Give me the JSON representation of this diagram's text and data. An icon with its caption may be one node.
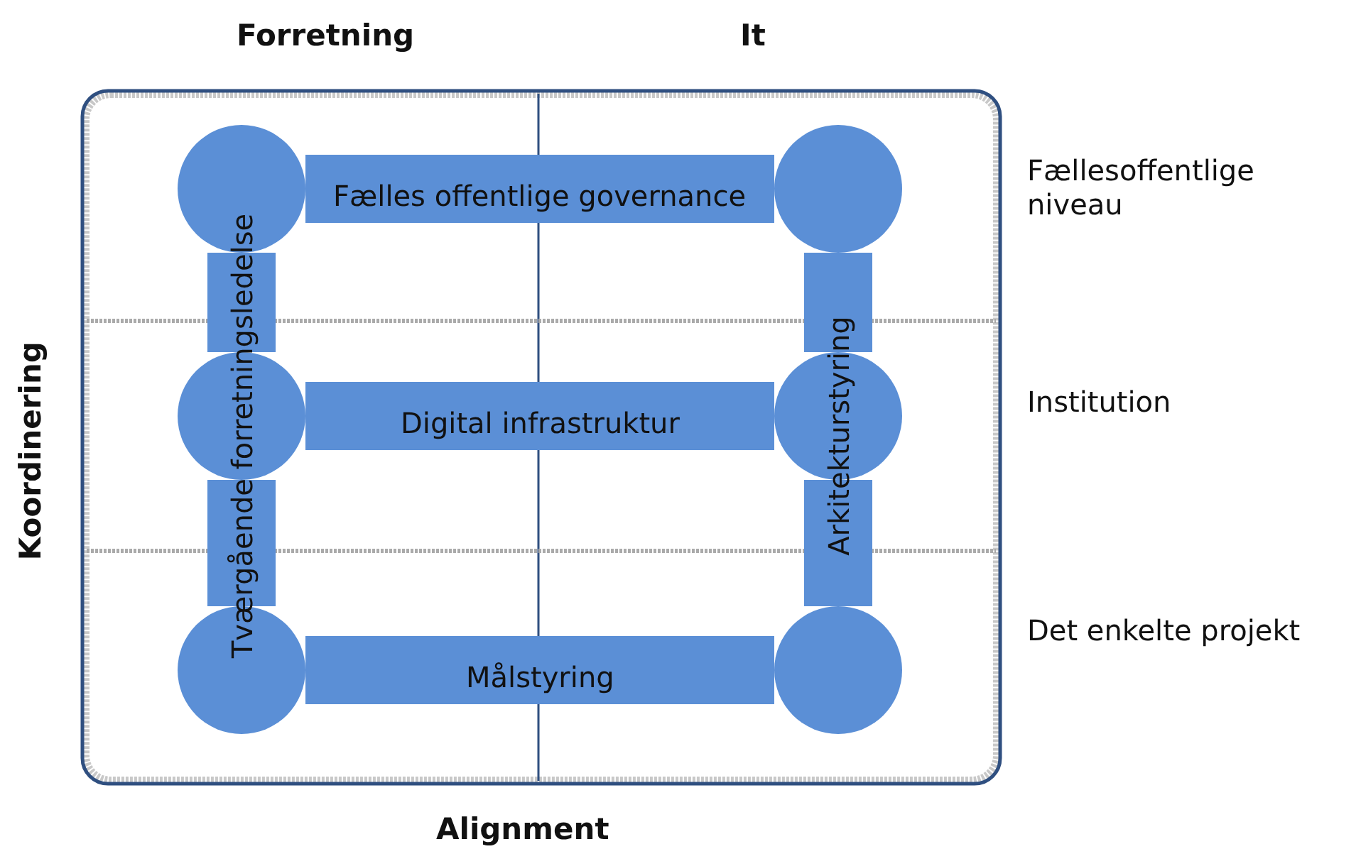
{
  "diagram": {
    "nodes": [
      {
        "text": [],
        "shape": "circle"
      },
      {
        "text": [],
        "shape": "circle"
      },
      {
        "text": [],
        "shape": "circle"
      },
      {
        "text": [],
        "shape": "circle"
      },
      {
        "text": [],
        "shape": "circle"
      },
      {
        "text": [],
        "shape": "circle"
      }
    ],
    "edges": [
      {
        "from": 0,
        "to": 1,
        "arrow": "none",
        "label": "Fælles offentlige governance"
      },
      {
        "from": 2,
        "to": 3,
        "arrow": "none",
        "label": "Digital infrastruktur"
      },
      {
        "from": 4,
        "to": 5,
        "arrow": "none",
        "label": "Målstyring"
      },
      {
        "from": 0,
        "to": 2,
        "arrow": "none",
        "label": "Tværgående forretningsledelse"
      },
      {
        "from": 2,
        "to": 4,
        "arrow": "none"
      },
      {
        "from": 1,
        "to": 3,
        "arrow": "none",
        "label": "Arkitekturstyring"
      },
      {
        "from": 3,
        "to": 5,
        "arrow": "none"
      }
    ],
    "labels": [
      "Forretning",
      "It",
      "Fællesoffentlige niveau",
      "Institution",
      "Koordinering",
      "Det enkelte projekt",
      "Alignment"
    ]
  }
}
